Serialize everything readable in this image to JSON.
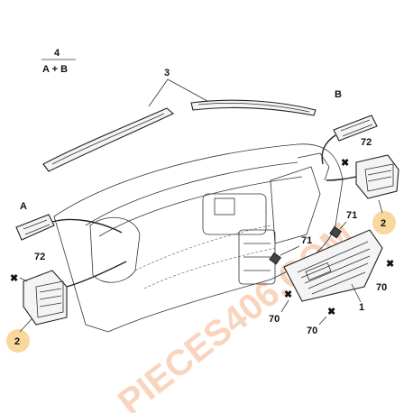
{
  "header": {
    "number": "4",
    "formula": "A + B"
  },
  "labels": {
    "vent_strip": "3",
    "vent_a": "A",
    "vent_b": "B",
    "center_vent": "1",
    "nozzle": "2",
    "screw_72": "72",
    "clip_71": "71",
    "clip_70": "70"
  },
  "watermark": "PIECES406.COM",
  "colors": {
    "highlight": "#f7c873",
    "watermark": "#f5b38a"
  }
}
